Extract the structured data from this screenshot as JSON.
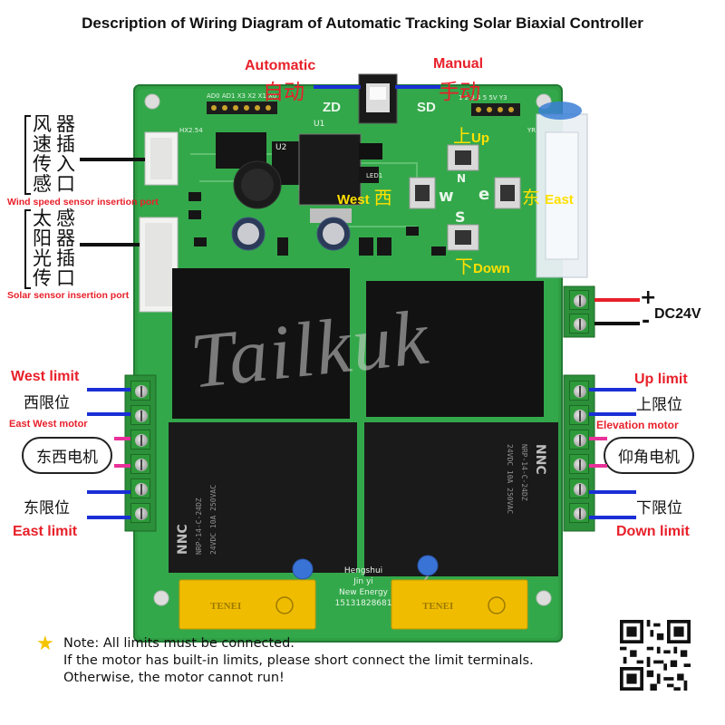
{
  "title": "Description of Wiring Diagram of Automatic Tracking Solar Biaxial Controller",
  "switch": {
    "automatic_en": "Automatic",
    "automatic_cn": "自动",
    "manual_en": "Manual",
    "manual_cn": "手动",
    "zd": "ZD",
    "sd": "SD"
  },
  "buttons": {
    "up_cn": "上",
    "up_en": "Up",
    "west_en": "West",
    "west_cn": "西",
    "east_cn": "东",
    "east_en": "East",
    "down_cn": "下",
    "down_en": "Down",
    "silk_w": "w",
    "silk_e": "e",
    "silk_s": "S",
    "silk_n": "N"
  },
  "left_ports": {
    "wind_cn": [
      "风",
      "速",
      "传",
      "感"
    ],
    "wind_cn2": [
      "器",
      "插",
      "入",
      "口"
    ],
    "wind_en": "Wind speed sensor insertion port",
    "solar_cn": [
      "太",
      "阳",
      "光",
      "传"
    ],
    "solar_cn2": [
      "感",
      "器",
      "插",
      "口"
    ],
    "solar_en": "Solar sensor insertion port"
  },
  "power": {
    "plus": "+",
    "minus": "-",
    "label": "DC24V"
  },
  "left_terminals": {
    "west_limit_en": "West limit",
    "west_limit_cn": "西限位",
    "motor_en": "East West motor",
    "motor_cn": "东西电机",
    "east_limit_cn": "东限位",
    "east_limit_en": "East limit"
  },
  "right_terminals": {
    "up_limit_en": "Up limit",
    "up_limit_cn": "上限位",
    "motor_en": "Elevation motor",
    "motor_cn": "仰角电机",
    "down_limit_cn": "下限位",
    "down_limit_en": "Down limit"
  },
  "board": {
    "maker_lines": [
      "Hengshui",
      "Jin yi",
      "New Energy",
      "15131828681"
    ],
    "silk_u1": "U1",
    "silk_u2": "U2",
    "silk_led": "LED1",
    "relay_brand": "NNC",
    "cap_brand": "TENEI"
  },
  "watermark": "Tailkuk",
  "note": {
    "line1": "Note: All limits must be connected.",
    "line2": "If the motor has built-in limits, please short connect the limit terminals.",
    "line3": "Otherwise, the motor cannot run!"
  },
  "colors": {
    "board_green": "#2f9e44",
    "wire_blue": "#1a2fd6",
    "wire_pink": "#e8329a",
    "label_red": "#e8202a",
    "label_yellow": "#ffe000"
  }
}
